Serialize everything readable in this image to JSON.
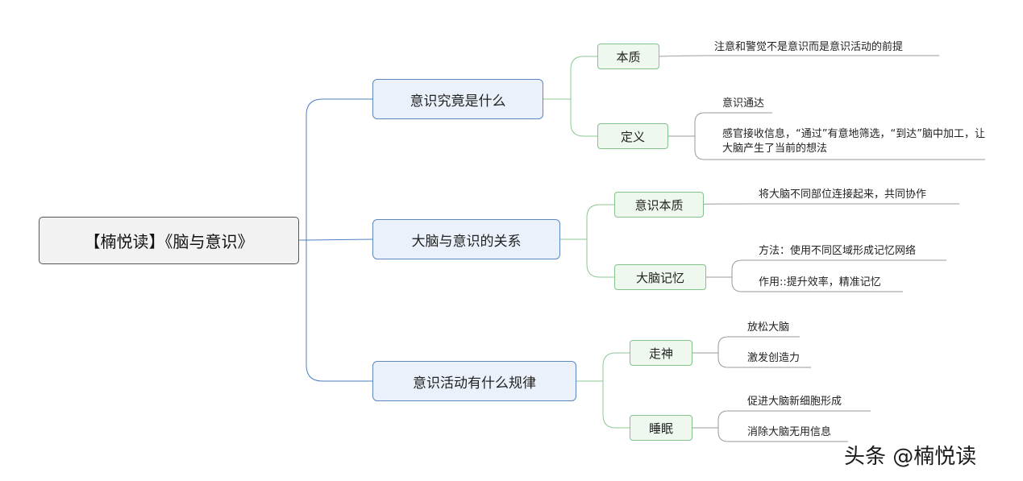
{
  "root": {
    "label": "【楠悦读】《脑与意识》"
  },
  "branches": [
    {
      "label": "意识究竟是什么",
      "subs": [
        {
          "label": "本质",
          "leaves": [
            "注意和警觉不是意识而是意识活动的前提"
          ]
        },
        {
          "label": "定义",
          "leaves": [
            "意识通达",
            "感官接收信息，“通过”有意地筛选，“到达”脑中加工，让大脑产生了当前的想法"
          ]
        }
      ]
    },
    {
      "label": "大脑与意识的关系",
      "subs": [
        {
          "label": "意识本质",
          "leaves": [
            "将大脑不同部位连接起来，共同协作"
          ]
        },
        {
          "label": "大脑记忆",
          "leaves": [
            "方法：使用不同区域形成记忆网络",
            "作用::提升效率，精准记忆"
          ]
        }
      ]
    },
    {
      "label": "意识活动有什么规律",
      "subs": [
        {
          "label": "走神",
          "leaves": [
            "放松大脑",
            "激发创造力"
          ]
        },
        {
          "label": "睡眠",
          "leaves": [
            "促进大脑新细胞形成",
            "消除大脑无用信息"
          ]
        }
      ]
    }
  ],
  "watermark": "头条 @楠悦读",
  "colors": {
    "root_line": "#4f7fbf",
    "branch_line": "#8cc893",
    "leaf_line": "#9a9a9a"
  }
}
